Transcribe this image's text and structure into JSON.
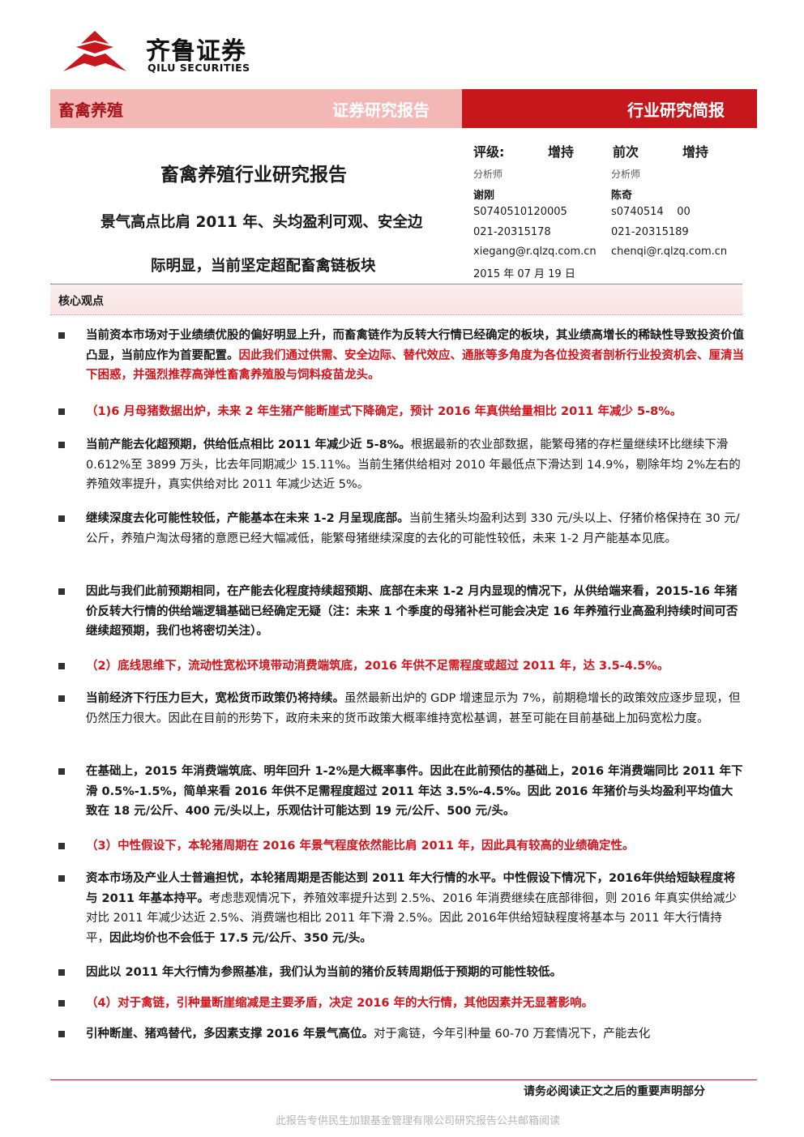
{
  "logo": {
    "cn": "齐鲁证券",
    "en": "QILU SECURITIES"
  },
  "header": {
    "sector": "畜禽养殖",
    "report_type": "证券研究报告",
    "report_kind": "行业研究简报"
  },
  "title": {
    "main": "畜禽养殖行业研究报告",
    "sub_line1": "景气高点比肩 2011 年、头均盈利可观、安全边",
    "sub_line2": "际明显，当前坚定超配畜禽链板块"
  },
  "rating": {
    "label": "评级:",
    "current": "增持",
    "previous_label": "前次",
    "previous": "增持"
  },
  "analysts": [
    {
      "role": "分析师",
      "name": "谢刚",
      "cert": "S0740510120005",
      "phone": "021-20315178",
      "email": "xiegang@r.qlzq.com.cn"
    },
    {
      "role": "分析师",
      "name": "陈奇",
      "cert": "s0740514    00",
      "phone": "021-20315189",
      "email": "chenqi@r.qlzq.com.cn"
    }
  ],
  "date": "2015 年 07 月 19 日",
  "core": {
    "title": "核心观点"
  },
  "paragraphs": [
    {
      "b1": "当前资本市场对于业绩绩优股的偏好明显上升，而畜禽链作为反转大行情已经确定的板块，其业绩高增长的稀缺性导致投资价值凸显，当前应作为首要配置。",
      "r1": "因此我们通过供需、安全边际、替代效应、通胀等多角度为各位投资者剖析行业投资机会、厘清当下困惑，并强烈推荐高弹性畜禽养殖股与饲料疫苗龙头。"
    },
    {
      "r1": "（1)6 月母猪数据出炉，未来 2 年生猪产能断崖式下降确定，预计 2016 年真供给量相比 2011 年减少 5-8%。"
    },
    {
      "b1": "当前产能去化超预期，供给低点相比 2011 年减少近 5-8%。",
      "t1": "根据最新的农业部数据，能繁母猪的存栏量继续环比继续下滑 0.612%至 3899 万头，比去年同期减少 15.11%。当前生猪供给相对 2010 年最低点下滑达到 14.9%，剔除年均 2%左右的养殖效率提升，真实供给对比 2011 年减少达近 5%。"
    },
    {
      "b1": "继续深度去化可能性较低，产能基本在未来 1-2 月呈现底部。",
      "t1": "当前生猪头均盈利达到 330 元/头以上、仔猪价格保持在 30 元/公斤，养殖户淘汰母猪的意愿已经大幅减低，能繁母猪继续深度的去化的可能性较低，未来 1-2 月产能基本见底。"
    },
    {
      "b1": "因此与我们此前预期相同，在产能去化程度持续超预期、底部在未来 1-2 月内显现的情况下，从供给端来看，2015-16 年猪价反转大行情的供给端逻辑基础已经确定无疑（注：未来 1 个季度的母猪补栏可能会决定 16 年养殖行业高盈利持续时间可否继续超预期，我们也将密切关注）。"
    },
    {
      "r1": "（2）底线思维下，流动性宽松环境带动消费端筑底，2016 年供不足需程度或超过 2011 年，达 3.5-4.5%。"
    },
    {
      "b1": "当前经济下行压力巨大，宽松货币政策仍将持续。",
      "t1": "虽然最新出炉的 GDP 增速显示为 7%，前期稳增长的政策效应逐步显现，但仍然压力很大。因此在目前的形势下，政府未来的货币政策大概率维持宽松基调，甚至可能在目前基础上加码宽松力度。"
    },
    {
      "b1": "在基础上，2015 年消费端筑底、明年回升 1-2%是大概率事件。因此在此前预估的基础上，2016 年消费端同比 2011 年下滑 0.5%-1.5%，简单来看 2016 年供不足需程度超过 2011 年达 3.5%-4.5%。因此 2016 年猪价与头均盈利平均值大致在 18 元/公斤、400 元/头以上，乐观估计可能达到 19 元/公斤、500 元/头。"
    },
    {
      "r1": "（3）中性假设下，本轮猪周期在 2016 年景气程度依然能比肩 2011 年，因此具有较高的业绩确定性。"
    },
    {
      "b1": "资本市场及产业人士普遍担忧，本轮猪周期是否能达到 2011 年大行情的水平。中性假设下情况下，2016年供给短缺程度将与 2011 年基本持平。",
      "t1": "考虑悲观情况下，养殖效率提升达到 2.5%、2016 年消费继续在底部徘徊，则 2016 年真实供给减少对比 2011 年减少达近 2.5%、消费端也相比 2011 年下滑 2.5%。因此 2016年供给短缺程度将基本与 2011 年大行情持平，",
      "b2": "因此均价也不会低于 17.5 元/公斤、350 元/头。"
    },
    {
      "b1": "因此以 2011 年大行情为参照基准，我们认为当前的猪价反转周期低于预期的可能性较低。"
    },
    {
      "r1": "（4）对于禽链，引种量断崖缩减是主要矛盾，决定 2016 年的大行情，其他因素并无显著影响。"
    },
    {
      "b1": "引种断崖、猪鸡替代，多因素支撑 2016 年景气高位。",
      "t1": "对于禽链，今年引种量 60-70 万套情况下，产能去化"
    }
  ],
  "footer": {
    "notice": "请务必阅读正文之后的重要声明部分",
    "watermark": "此报告专供民生加银基金管理有限公司研究报告公共邮箱阅读"
  },
  "colors": {
    "brand_red": "#c8161d",
    "band_pink": "#f3b7b5",
    "highlight_red": "#d4141c"
  }
}
